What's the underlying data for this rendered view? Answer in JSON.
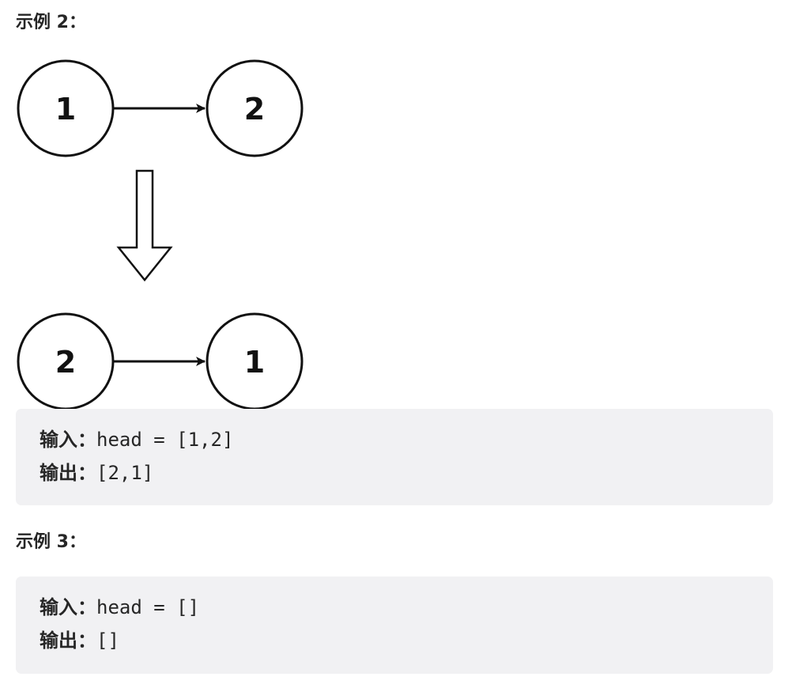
{
  "example2": {
    "heading": "示例 2：",
    "diagram": {
      "before": {
        "node_a": "1",
        "node_b": "2"
      },
      "after": {
        "node_a": "2",
        "node_b": "1"
      }
    },
    "input_label": "输入：",
    "input_value": "head = [1,2]",
    "output_label": "输出：",
    "output_value": "[2,1]"
  },
  "example3": {
    "heading": "示例 3：",
    "input_label": "输入：",
    "input_value": "head = []",
    "output_label": "输出：",
    "output_value": "[]"
  }
}
